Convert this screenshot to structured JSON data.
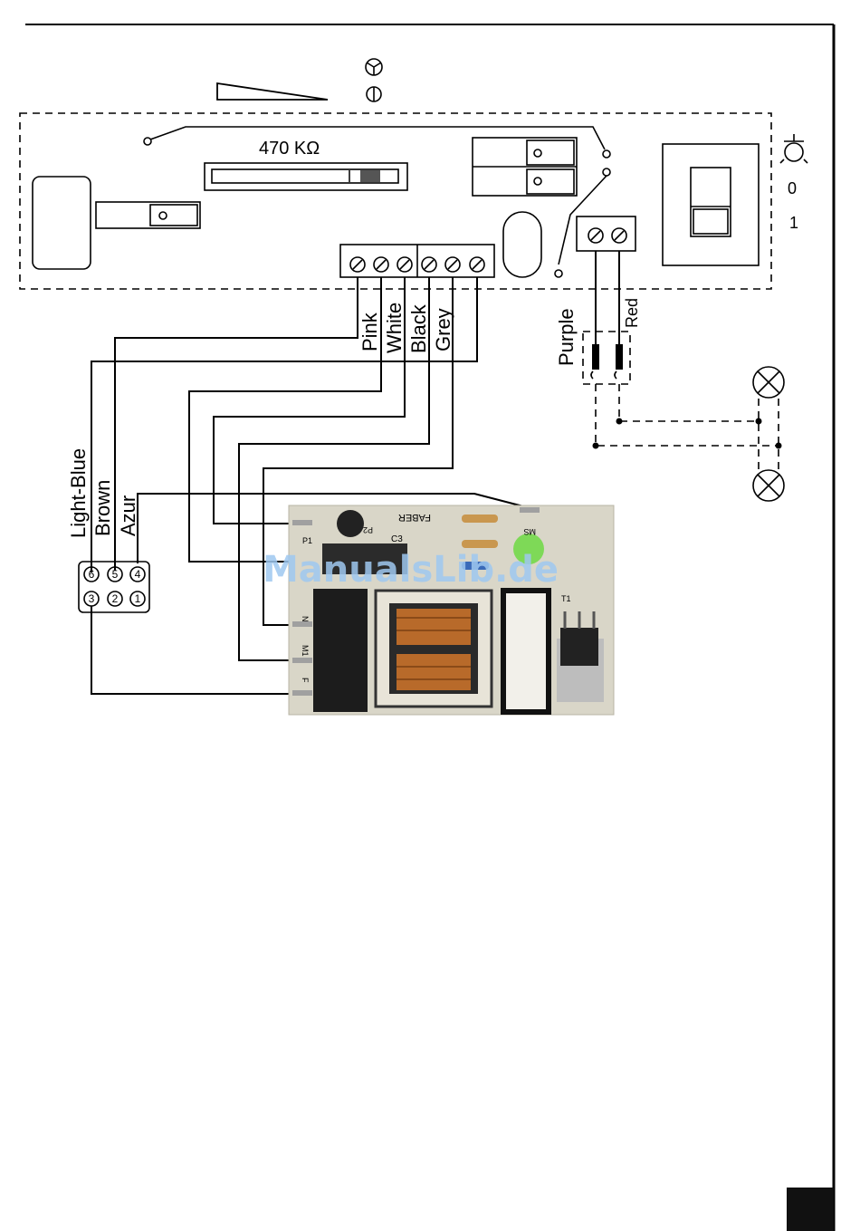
{
  "control_box": {
    "resistance_label": "470  KΩ",
    "fan_symbol": "fan-speed-icon",
    "light_symbol": "lamp-icon",
    "switch_off": "0",
    "switch_on": "1"
  },
  "wire_labels": {
    "pink": "Pink",
    "white": "White",
    "black": "Black",
    "grey": "Grey",
    "purple": "Purple",
    "red": "Red",
    "light_blue": "Light-Blue",
    "brown": "Brown",
    "azur": "Azur"
  },
  "connector_pins": [
    "6",
    "5",
    "4",
    "3",
    "2",
    "1"
  ],
  "pcb": {
    "brand": "FABER",
    "labels": {
      "p1": "P1",
      "p2": "P2",
      "c3": "C3",
      "ms": "MS",
      "n": "N",
      "m1": "M1",
      "f": "F",
      "t1": "T1"
    }
  },
  "watermark": "ManualsLib.de",
  "colors": {
    "line": "#000000",
    "pcb_board": "#d9d6c8",
    "coil": "#b86a2a",
    "led": "#7ed957",
    "watermark": "#9fc8f0"
  }
}
